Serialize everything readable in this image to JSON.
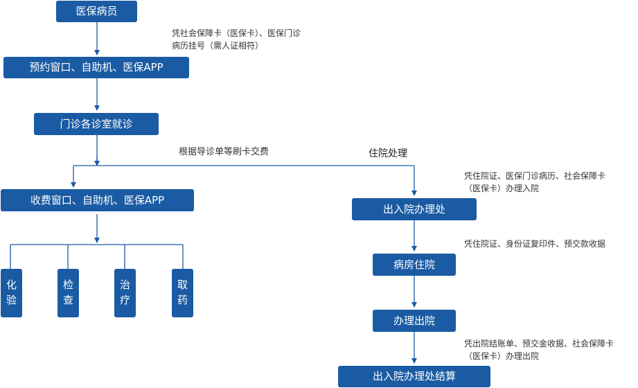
{
  "colors": {
    "box": "#1a5ba3",
    "line": "#1a5ba3",
    "text": "#333333"
  },
  "left": {
    "start": "医保病员",
    "note1": "凭社会保障卡（医保卡）、医保门诊\n病历挂号（需人证相符）",
    "register": "预约窗口、自助机、医保APP",
    "clinic": "门诊各诊室就诊",
    "pay_note": "根据导诊单等刷卡交费",
    "payment": "收费窗口、自助机、医保APP",
    "services": [
      "化验",
      "检查",
      "治疗",
      "取药"
    ]
  },
  "right": {
    "branch_label": "住院处理",
    "note_admit": "凭住院证、医保门诊病历、社会保障卡\n（医保卡）办理入院",
    "admission": "出入院办理处",
    "note_ward": "凭住院证、身份证复印件、预交款收据",
    "ward": "病房住院",
    "discharge": "办理出院",
    "note_settle": "凭出院结账单、预交金收据、社会保障卡\n（医保卡）办理出院",
    "settlement": "出入院办理处结算"
  }
}
